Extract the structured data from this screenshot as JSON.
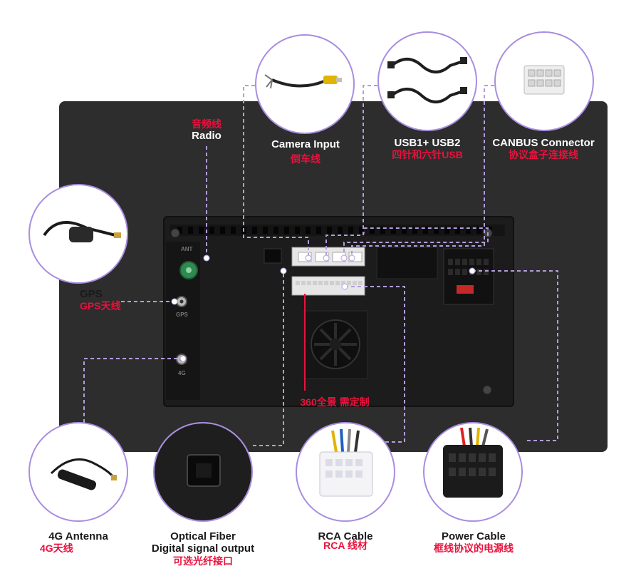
{
  "labels": {
    "radio_cn": "音频线",
    "radio_en": "Radio",
    "camera_en": "Camera Input",
    "camera_cn": "倒车线",
    "usb_en": "USB1+ USB2",
    "usb_cn": "四针和六针USB",
    "canbus_en": "CANBUS Connector",
    "canbus_cn": "协议盒子连接线",
    "gps_en": "GPS",
    "gps_cn": "GPS天线",
    "cam360_cn": "360全景 需定制",
    "antenna_en": "4G Antenna",
    "antenna_cn": "4G天线",
    "optical_en1": "Optical Fiber",
    "optical_en2": "Digital signal output",
    "optical_cn": "可选光纤接口",
    "rca_en": "RCA Cable",
    "rca_cn": "RCA 线材",
    "power_en": "Power Cable",
    "power_cn": "框线协议的电源线"
  },
  "port_marks": {
    "radio": "ANT",
    "gps": "GPS",
    "fourg": "4G"
  },
  "colors": {
    "accent": "#a98de0",
    "dash": "#b39ddb",
    "red": "#e8123c",
    "panel": "#2d2d2d"
  }
}
